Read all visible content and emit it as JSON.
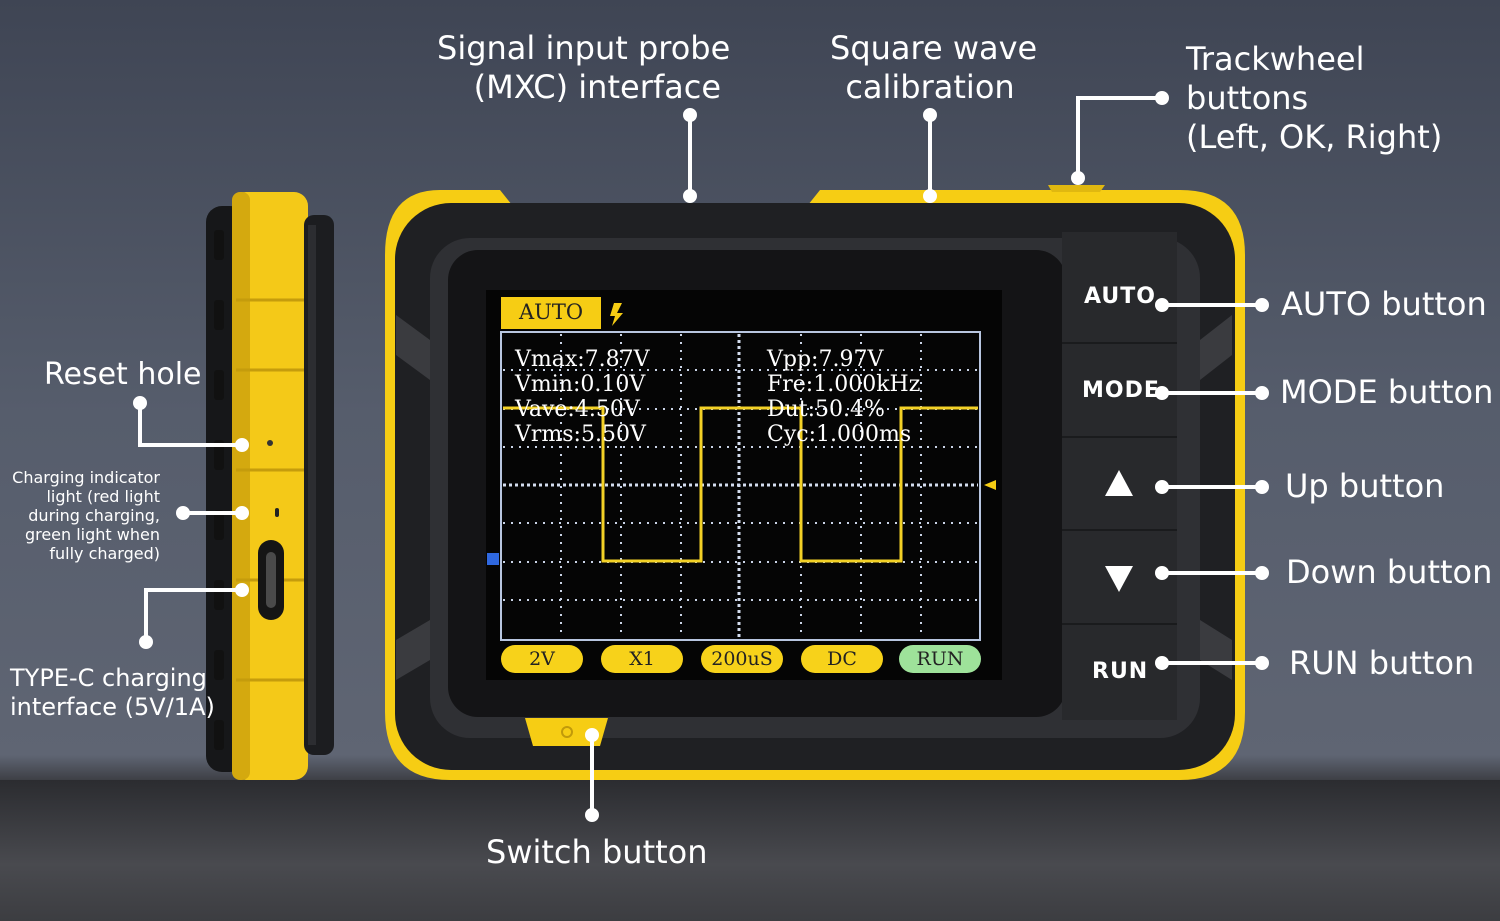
{
  "callouts": {
    "signal_probe": [
      "Signal input probe",
      "(MXC) interface"
    ],
    "square_wave": [
      "Square wave",
      "calibration"
    ],
    "trackwheel": [
      "Trackwheel",
      "buttons",
      "(Left, OK, Right)"
    ],
    "reset_hole": "Reset hole",
    "charging_indicator": [
      "Charging indicator",
      "light (red light",
      "during charging,",
      "green light when",
      "fully charged)"
    ],
    "type_c": [
      "TYPE-C charging",
      "interface (5V/1A)"
    ],
    "auto_button": "AUTO button",
    "mode_button": "MODE button",
    "up_button": "Up button",
    "down_button": "Down button",
    "run_button": "RUN button",
    "switch_button": "Switch button"
  },
  "device_buttons": {
    "auto": "AUTO",
    "mode": "MODE",
    "run": "RUN",
    "up_icon": "triangle-up-icon",
    "down_icon": "triangle-down-icon"
  },
  "screen": {
    "mode_badge": "AUTO",
    "trigger_icon": "lightning-icon",
    "measurements_left": [
      "Vmax:7.87V",
      "Vmin:0.10V",
      "Vave:4.50V",
      "Vrms:5.50V"
    ],
    "measurements_right": [
      "Vpp:7.97V",
      "Fre:1.000kHz",
      "Dut:50.4%",
      "Cyc:1.000ms"
    ],
    "bottom_pills": [
      "2V",
      "X1",
      "200uS",
      "DC",
      "RUN"
    ]
  },
  "colors": {
    "device_yellow": "#f6cd14",
    "device_body": "#1e1f22",
    "waveform": "#f3d126",
    "grid": "#b8c6e0",
    "run_pill": "#9ee29a"
  }
}
